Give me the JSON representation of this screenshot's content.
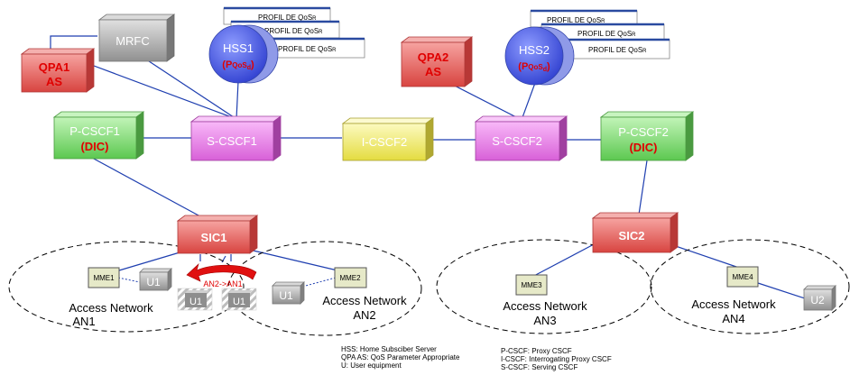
{
  "nodes": {
    "mrfc": "MRFC",
    "qpa1": [
      "QPA1",
      "AS"
    ],
    "qpa2": [
      "QPA2",
      "AS"
    ],
    "hss1": {
      "name": "HSS1",
      "sub": "(P",
      "sub_small": "QoS",
      "sub_idx": "d",
      "close": ")"
    },
    "hss2": {
      "name": "HSS2",
      "sub": "(P",
      "sub_small": "QoS",
      "sub_idx": "d",
      "close": ")"
    },
    "pcscf1": [
      "P-CSCF1",
      "(DIC)"
    ],
    "pcscf2": [
      "P-CSCF2",
      "(DIC)"
    ],
    "scscf1": "S-CSCF1",
    "scscf2": "S-CSCF2",
    "icscf2": "I-CSCF2",
    "sic1": "SIC1",
    "sic2": "SIC2",
    "mme1": "MME1",
    "mme2": "MME2",
    "mme3": "MME3",
    "mme4": "MME4",
    "u1a": "U1",
    "u1b": "U1",
    "u1ghost1": "U1",
    "u1ghost2": "U1",
    "u2": "U2",
    "handover": "AN2->AN1"
  },
  "profile_cards": {
    "text": "PROFIL DE QoS",
    "suffix": "R"
  },
  "networks": [
    {
      "line1": "Access Network",
      "line2": "AN1"
    },
    {
      "line1": "Access Network",
      "line2": "AN2"
    },
    {
      "line1": "Access Network",
      "line2": "AN3"
    },
    {
      "line1": "Access Network",
      "line2": "AN4"
    }
  ],
  "legend_left": [
    "HSS: Home Subsciber Server",
    "QPA AS: QoS Parameter Appropriate",
    "U: User equipment"
  ],
  "legend_right": [
    "P-CSCF: Proxy CSCF",
    "I-CSCF: Interrogating Proxy CSCF",
    "S-CSCF: Serving CSCF"
  ],
  "colors": {
    "link": "#1f3fb0",
    "red_box": "#e8605c",
    "pink_box": "#ea7fea",
    "green_box": "#86e07a",
    "yellow_box": "#f4f07a",
    "grey_box": "#b8b8b8",
    "hss": "#4a60e8",
    "red_text": "#e00000"
  }
}
